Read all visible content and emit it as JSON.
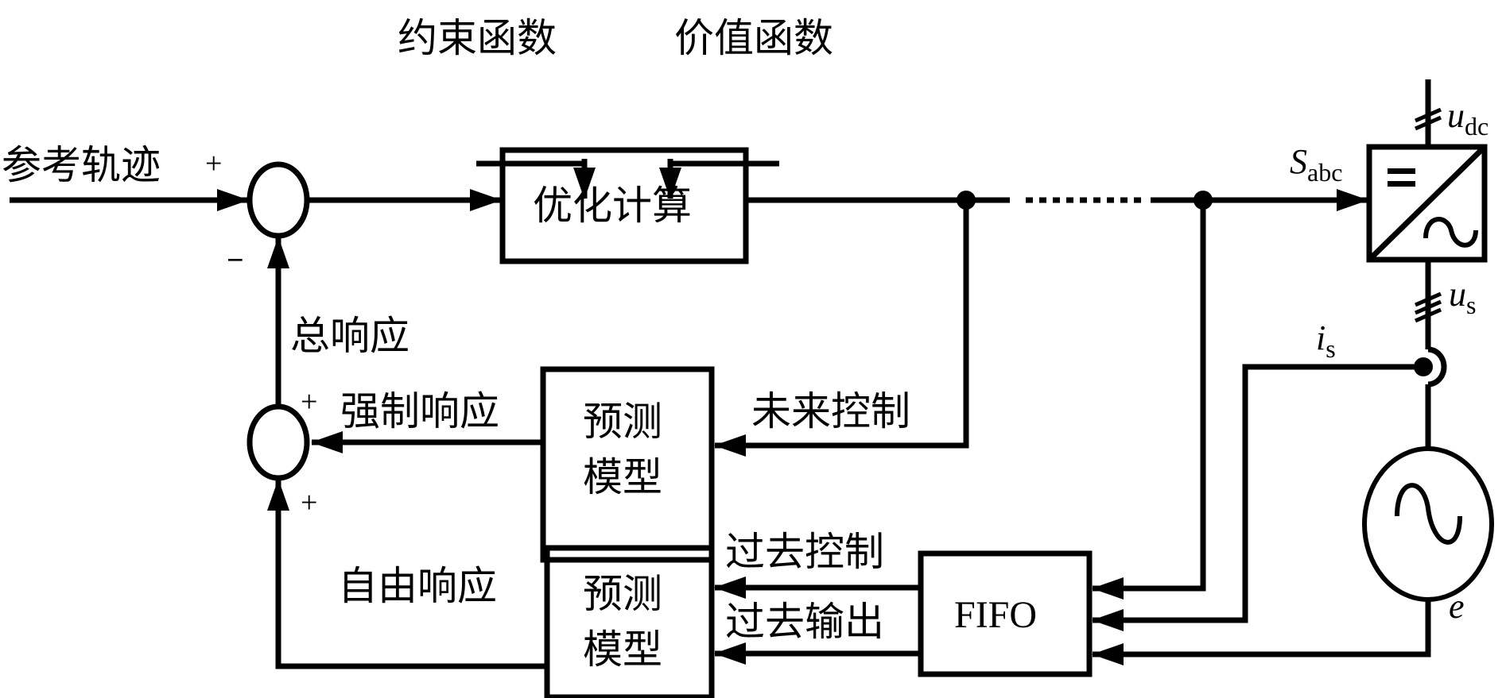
{
  "diagram": {
    "type": "block-diagram",
    "description": "Model predictive control structure with FIFO-based free response and inverter plant",
    "inputs": {
      "constraint_function": "约束函数",
      "cost_function": "价值函数",
      "reference": "参考轨迹"
    },
    "blocks": {
      "optimizer": "优化计算",
      "prediction_model_forced": [
        "预测",
        "模型"
      ],
      "prediction_model_free": [
        "预测",
        "模型"
      ],
      "fifo": "FIFO"
    },
    "signals": {
      "total_response": "总响应",
      "forced_response": "强制响应",
      "free_response": "自由响应",
      "future_control": "未来控制",
      "past_control": "过去控制",
      "past_output": "过去输出"
    },
    "summing_junctions": {
      "top": {
        "plus": "+",
        "minus": "−"
      },
      "bottom": {
        "plus_top": "+",
        "plus_bottom": "+"
      }
    },
    "plant": {
      "switch_signal": {
        "main": "S",
        "sub": "abc"
      },
      "dc_voltage": {
        "main": "u",
        "sub": "dc"
      },
      "grid_voltage": {
        "main": "u",
        "sub": "s"
      },
      "current": {
        "main": "i",
        "sub": "s"
      },
      "source_emf": "e",
      "converter_dc_symbol": "=",
      "converter_ac_symbol": "~"
    },
    "edges": [
      {
        "from": "reference",
        "to": "sum-top",
        "sign": "+"
      },
      {
        "from": "sum-top",
        "to": "optimizer"
      },
      {
        "from": "constraint_function",
        "to": "optimizer"
      },
      {
        "from": "cost_function",
        "to": "optimizer"
      },
      {
        "from": "optimizer",
        "to": "converter",
        "label": "S_abc"
      },
      {
        "from": "optimizer",
        "to": "prediction_model_forced",
        "label": "未来控制"
      },
      {
        "from": "prediction_model_forced",
        "to": "sum-bottom",
        "label": "强制响应",
        "sign": "+"
      },
      {
        "from": "prediction_model_free",
        "to": "sum-bottom",
        "label": "自由响应",
        "sign": "+"
      },
      {
        "from": "sum-bottom",
        "to": "sum-top",
        "label": "总响应",
        "sign": "−"
      },
      {
        "from": "S_abc",
        "to": "fifo"
      },
      {
        "from": "i_s",
        "to": "fifo"
      },
      {
        "from": "e",
        "to": "fifo"
      },
      {
        "from": "fifo",
        "to": "prediction_model_free",
        "label": "过去控制"
      },
      {
        "from": "fifo",
        "to": "prediction_model_free",
        "label": "过去输出"
      }
    ]
  }
}
